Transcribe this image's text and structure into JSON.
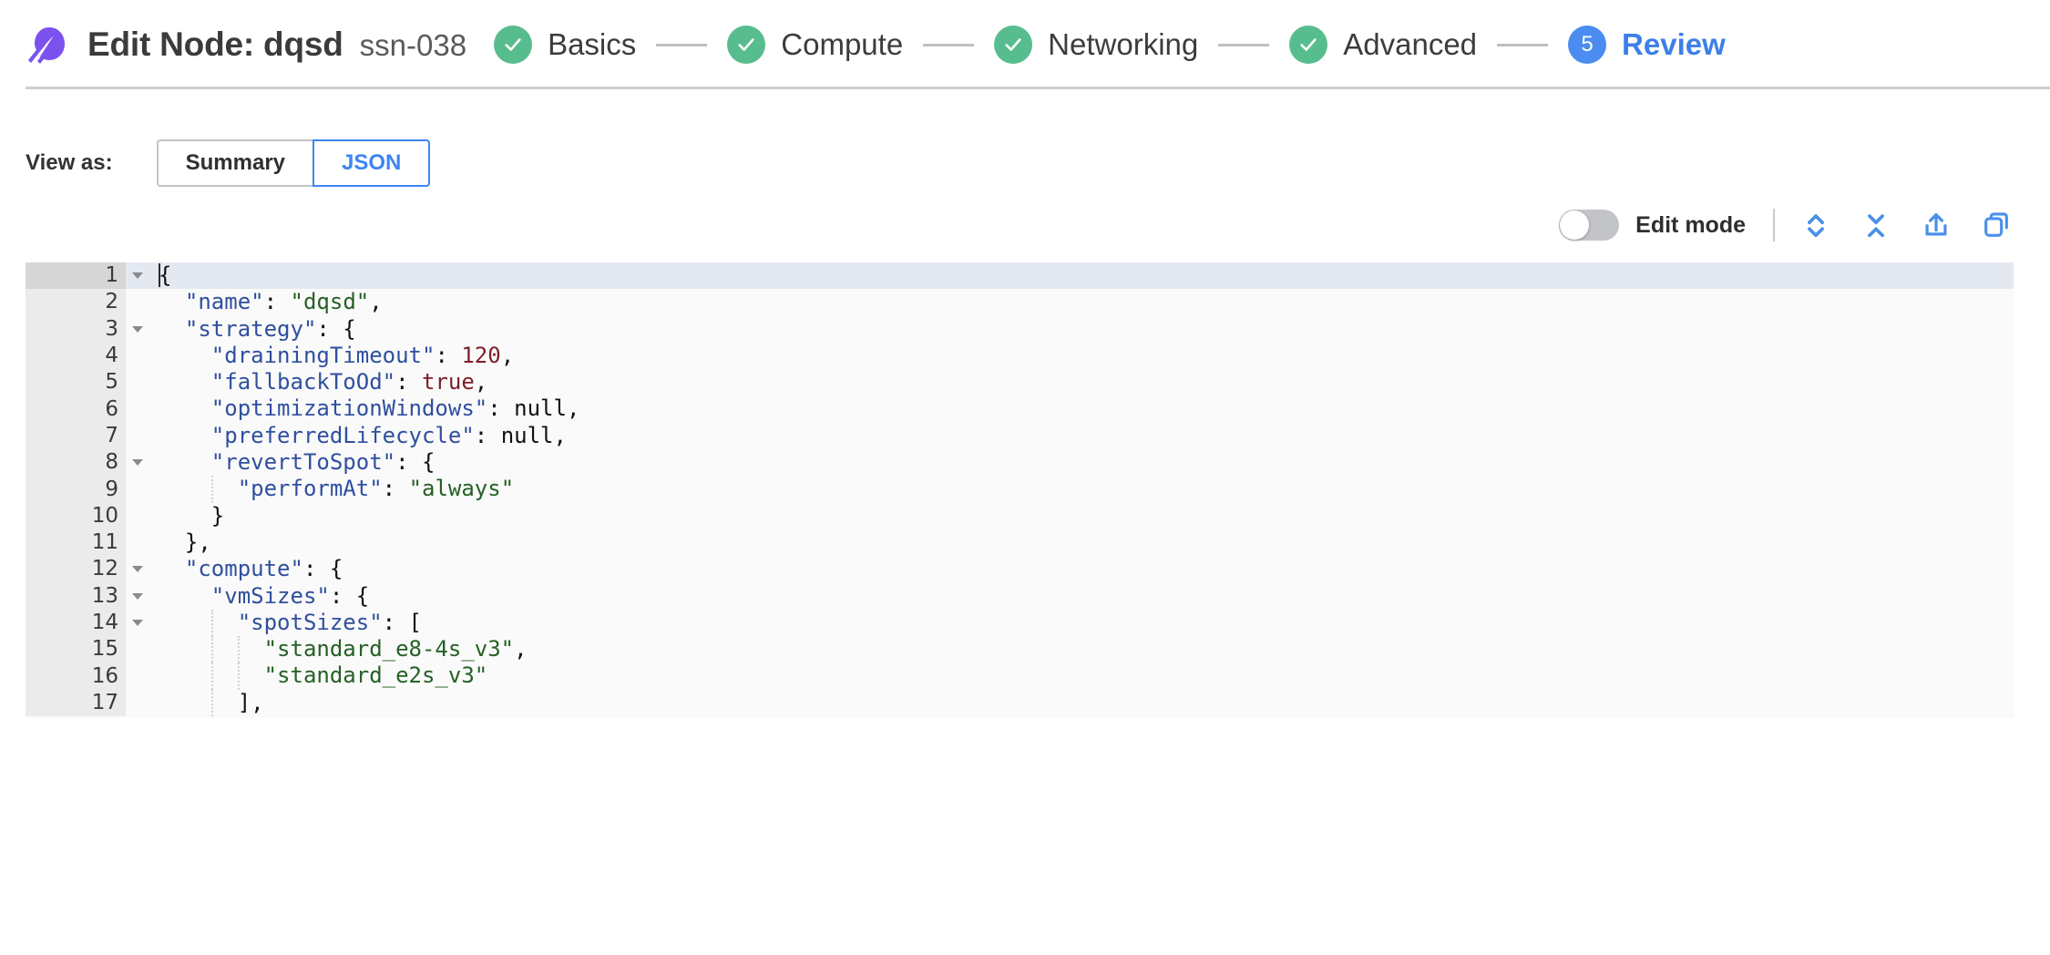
{
  "header": {
    "logo_icon": "comet-logo-icon",
    "title": "Edit Node: dqsd",
    "subtitle": "ssn-038",
    "accent_purple": "#7c52ef",
    "rule_color": "#cfcfcf"
  },
  "stepper": {
    "done_color": "#58bd8e",
    "current_color": "#4a8cf0",
    "connector_color": "#bfbfbf",
    "steps": [
      {
        "label": "Basics",
        "state": "done",
        "badge": "check"
      },
      {
        "label": "Compute",
        "state": "done",
        "badge": "check"
      },
      {
        "label": "Networking",
        "state": "done",
        "badge": "check"
      },
      {
        "label": "Advanced",
        "state": "done",
        "badge": "check"
      },
      {
        "label": "Review",
        "state": "current",
        "badge": "5"
      }
    ]
  },
  "view_as": {
    "label": "View as:",
    "options": [
      {
        "label": "Summary",
        "selected": false
      },
      {
        "label": "JSON",
        "selected": true
      }
    ],
    "active_color": "#3d85f5"
  },
  "editor_toolbar": {
    "toggle_label": "Edit mode",
    "toggle_on": false,
    "icons": [
      {
        "name": "expand-all-icon",
        "title": "Expand all"
      },
      {
        "name": "collapse-all-icon",
        "title": "Collapse all"
      },
      {
        "name": "export-icon",
        "title": "Export"
      },
      {
        "name": "copy-icon",
        "title": "Copy"
      }
    ],
    "icon_color": "#4a90e8"
  },
  "editor": {
    "background": "#fafafa",
    "gutter_background": "#ebebeb",
    "active_line_background": "#e4e8f1",
    "active_line": 1,
    "lines": [
      {
        "n": 1,
        "fold": true,
        "indent": 0,
        "text": "{",
        "tokens": [
          {
            "t": "punc",
            "v": "{"
          }
        ]
      },
      {
        "n": 2,
        "fold": false,
        "indent": 1,
        "text": "  \"name\": \"dqsd\",",
        "tokens": [
          {
            "t": "key",
            "v": "\"name\""
          },
          {
            "t": "punc",
            "v": ": "
          },
          {
            "t": "str",
            "v": "\"dqsd\""
          },
          {
            "t": "punc",
            "v": ","
          }
        ]
      },
      {
        "n": 3,
        "fold": true,
        "indent": 1,
        "text": "  \"strategy\": {",
        "tokens": [
          {
            "t": "key",
            "v": "\"strategy\""
          },
          {
            "t": "punc",
            "v": ": {"
          }
        ]
      },
      {
        "n": 4,
        "fold": false,
        "indent": 2,
        "text": "    \"drainingTimeout\": 120,",
        "tokens": [
          {
            "t": "key",
            "v": "\"drainingTimeout\""
          },
          {
            "t": "punc",
            "v": ": "
          },
          {
            "t": "num",
            "v": "120"
          },
          {
            "t": "punc",
            "v": ","
          }
        ]
      },
      {
        "n": 5,
        "fold": false,
        "indent": 2,
        "text": "    \"fallbackToOd\": true,",
        "tokens": [
          {
            "t": "key",
            "v": "\"fallbackToOd\""
          },
          {
            "t": "punc",
            "v": ": "
          },
          {
            "t": "bool",
            "v": "true"
          },
          {
            "t": "punc",
            "v": ","
          }
        ]
      },
      {
        "n": 6,
        "fold": false,
        "indent": 2,
        "text": "    \"optimizationWindows\": null,",
        "tokens": [
          {
            "t": "key",
            "v": "\"optimizationWindows\""
          },
          {
            "t": "punc",
            "v": ": "
          },
          {
            "t": "null",
            "v": "null"
          },
          {
            "t": "punc",
            "v": ","
          }
        ]
      },
      {
        "n": 7,
        "fold": false,
        "indent": 2,
        "text": "    \"preferredLifecycle\": null,",
        "tokens": [
          {
            "t": "key",
            "v": "\"preferredLifecycle\""
          },
          {
            "t": "punc",
            "v": ": "
          },
          {
            "t": "null",
            "v": "null"
          },
          {
            "t": "punc",
            "v": ","
          }
        ]
      },
      {
        "n": 8,
        "fold": true,
        "indent": 2,
        "text": "    \"revertToSpot\": {",
        "tokens": [
          {
            "t": "key",
            "v": "\"revertToSpot\""
          },
          {
            "t": "punc",
            "v": ": {"
          }
        ]
      },
      {
        "n": 9,
        "fold": false,
        "indent": 3,
        "text": "      \"performAt\": \"always\"",
        "tokens": [
          {
            "t": "key",
            "v": "\"performAt\""
          },
          {
            "t": "punc",
            "v": ": "
          },
          {
            "t": "str",
            "v": "\"always\""
          }
        ]
      },
      {
        "n": 10,
        "fold": false,
        "indent": 2,
        "text": "    }",
        "tokens": [
          {
            "t": "punc",
            "v": "}"
          }
        ]
      },
      {
        "n": 11,
        "fold": false,
        "indent": 1,
        "text": "  },",
        "tokens": [
          {
            "t": "punc",
            "v": "},"
          }
        ]
      },
      {
        "n": 12,
        "fold": true,
        "indent": 1,
        "text": "  \"compute\": {",
        "tokens": [
          {
            "t": "key",
            "v": "\"compute\""
          },
          {
            "t": "punc",
            "v": ": {"
          }
        ]
      },
      {
        "n": 13,
        "fold": true,
        "indent": 2,
        "text": "    \"vmSizes\": {",
        "tokens": [
          {
            "t": "key",
            "v": "\"vmSizes\""
          },
          {
            "t": "punc",
            "v": ": {"
          }
        ]
      },
      {
        "n": 14,
        "fold": true,
        "indent": 3,
        "text": "      \"spotSizes\": [",
        "tokens": [
          {
            "t": "key",
            "v": "\"spotSizes\""
          },
          {
            "t": "punc",
            "v": ": ["
          }
        ]
      },
      {
        "n": 15,
        "fold": false,
        "indent": 4,
        "text": "        \"standard_e8-4s_v3\",",
        "tokens": [
          {
            "t": "str",
            "v": "\"standard_e8-4s_v3\""
          },
          {
            "t": "punc",
            "v": ","
          }
        ]
      },
      {
        "n": 16,
        "fold": false,
        "indent": 4,
        "text": "        \"standard_e2s_v3\"",
        "tokens": [
          {
            "t": "str",
            "v": "\"standard_e2s_v3\""
          }
        ]
      },
      {
        "n": 17,
        "fold": false,
        "indent": 3,
        "text": "      ],",
        "tokens": [
          {
            "t": "punc",
            "v": "],"
          }
        ]
      }
    ]
  }
}
